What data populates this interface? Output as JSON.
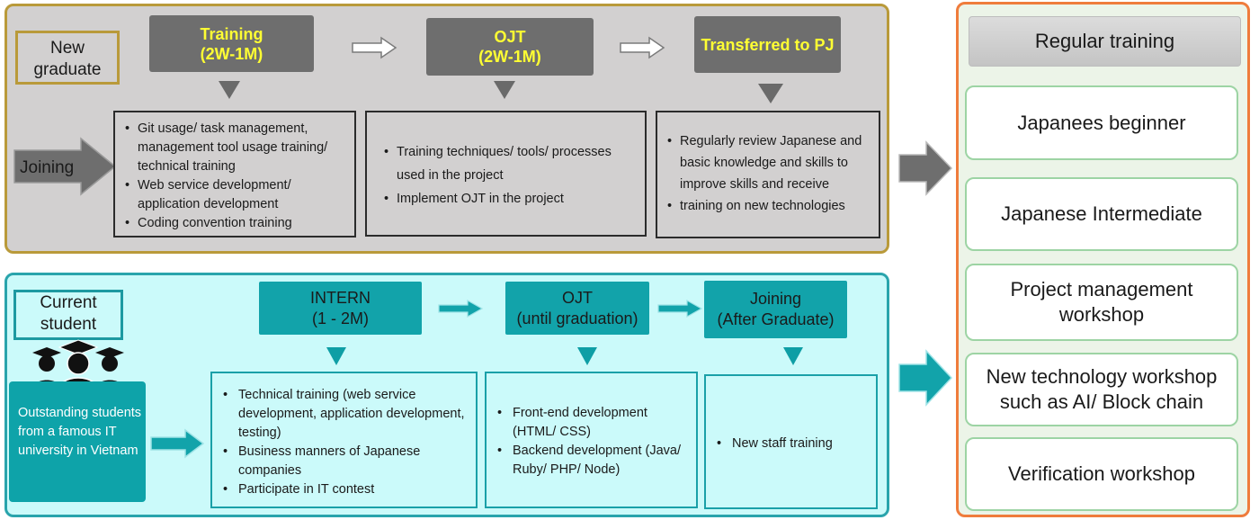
{
  "new_graduate": {
    "tag": "New graduate",
    "joining": "Joining",
    "steps": [
      {
        "line1": "Training",
        "line2": "(2W-1M)"
      },
      {
        "line1": "OJT",
        "line2": "(2W-1M)"
      },
      {
        "line1": "Transferred to PJ",
        "line2": ""
      }
    ],
    "boxes": [
      [
        "Git usage/ task management, management tool usage training/ technical training",
        "Web service development/ application development",
        "Coding convention training"
      ],
      [
        "Training techniques/ tools/ processes used in the project",
        "Implement OJT in the project"
      ],
      [
        "Regularly review Japanese and basic knowledge and skills to improve skills and receive",
        "training on new technologies"
      ]
    ]
  },
  "current_student": {
    "tag": "Current student",
    "description": "Outstanding students from a famous IT university in Vietnam",
    "steps": [
      {
        "line1": "INTERN",
        "line2": "(1 - 2M)"
      },
      {
        "line1": "OJT",
        "line2": "(until graduation)"
      },
      {
        "line1": "Joining",
        "line2": "(After Graduate)"
      }
    ],
    "boxes": [
      [
        "Technical training (web service development, application development, testing)",
        "Business manners of Japanese companies",
        "Participate in IT contest"
      ],
      [
        "Front-end development (HTML/ CSS)",
        "Backend development (Java/ Ruby/ PHP/ Node)"
      ],
      [
        "New staff training"
      ]
    ]
  },
  "regular_training": {
    "title": "Regular training",
    "items": [
      {
        "line1": "Japanees beginner",
        "line2": ""
      },
      {
        "line1": "Japanese Intermediate",
        "line2": ""
      },
      {
        "line1": "Project management",
        "line2": "workshop"
      },
      {
        "line1": "New technology workshop",
        "line2": "such as AI/ Block chain"
      },
      {
        "line1": "Verification workshop",
        "line2": ""
      }
    ]
  },
  "colors": {
    "gray_panel": "#d2d0d0",
    "gold_border": "#b99a3a",
    "dark_step": "#6e6e6e",
    "step_text_yellow": "#ffff33",
    "teal": "#12a3aa",
    "light_cyan": "#cbfafa",
    "orange_border": "#ef7c3c",
    "green_item_border": "#9dd4a4"
  }
}
